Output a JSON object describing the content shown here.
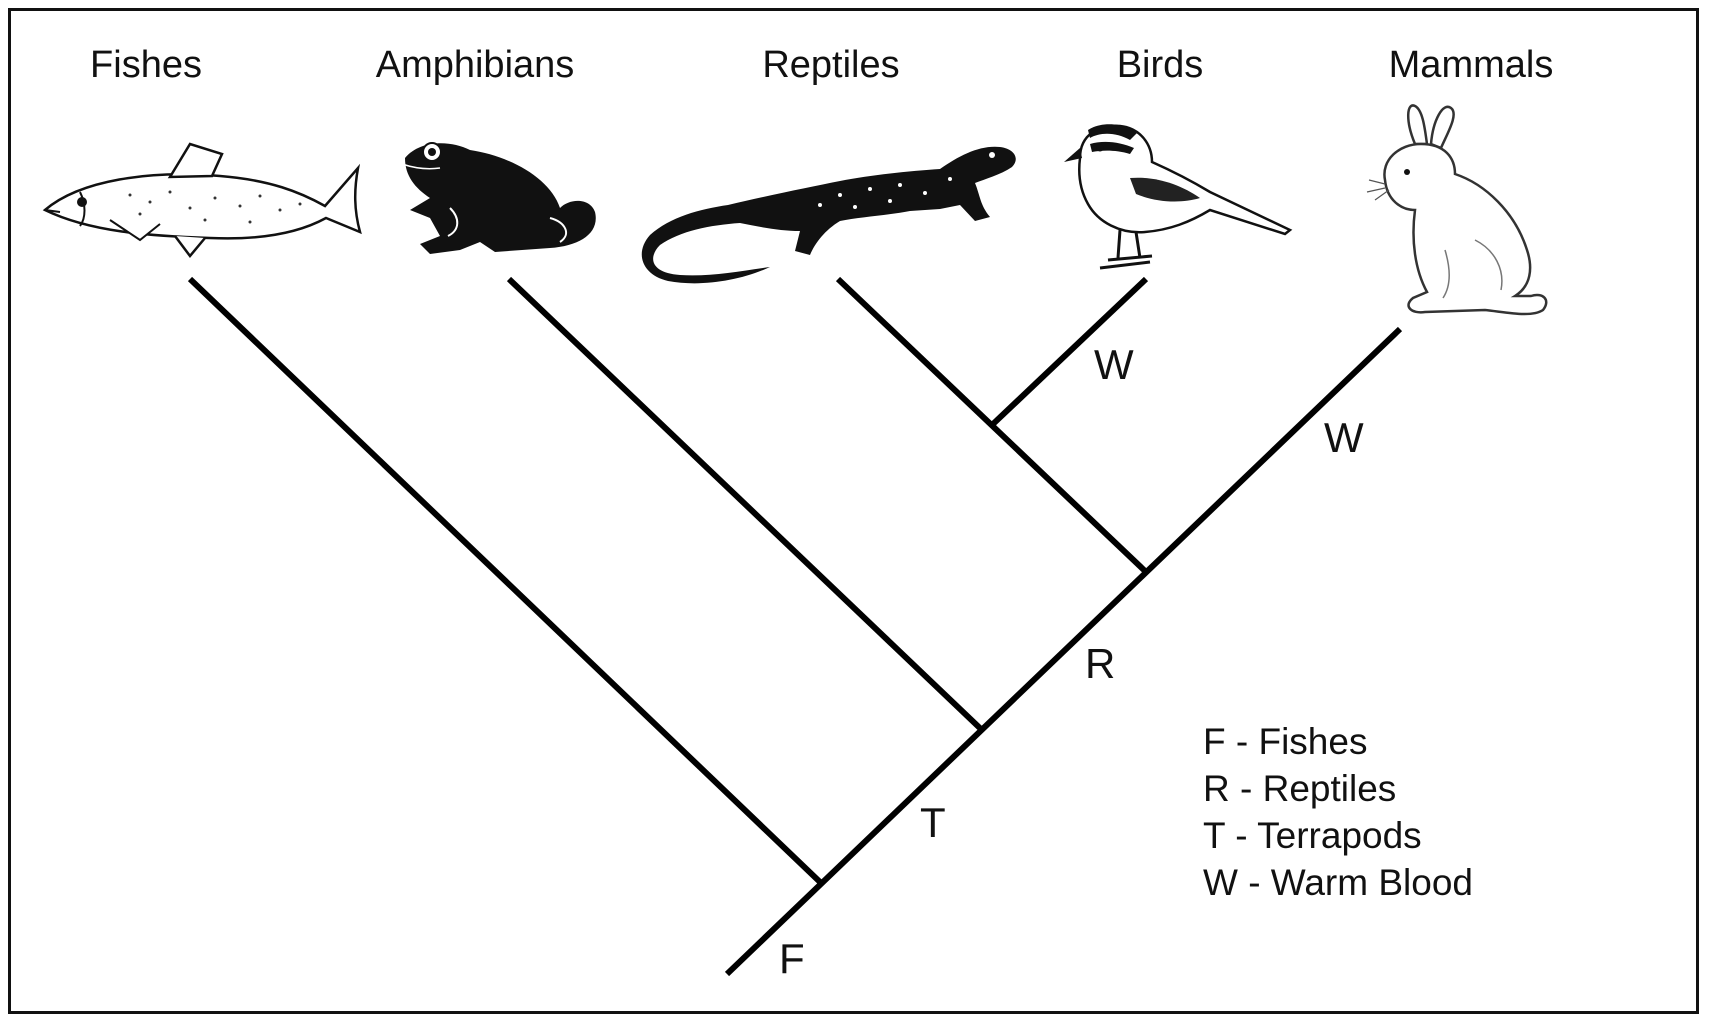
{
  "taxa": [
    {
      "label": "Fishes",
      "icon": "fish-icon"
    },
    {
      "label": "Amphibians",
      "icon": "frog-icon"
    },
    {
      "label": "Reptiles",
      "icon": "lizard-icon"
    },
    {
      "label": "Birds",
      "icon": "bird-icon"
    },
    {
      "label": "Mammals",
      "icon": "rabbit-icon"
    }
  ],
  "node_labels": {
    "fishes": "F",
    "terrapods": "T",
    "reptiles": "R",
    "warm_birds": "W",
    "warm_mammals": "W"
  },
  "legend": [
    "F - Fishes",
    "R - Reptiles",
    "T - Terrapods",
    "W - Warm Blood"
  ],
  "colors": {
    "line": "#000000",
    "text": "#111111",
    "background": "#ffffff"
  }
}
